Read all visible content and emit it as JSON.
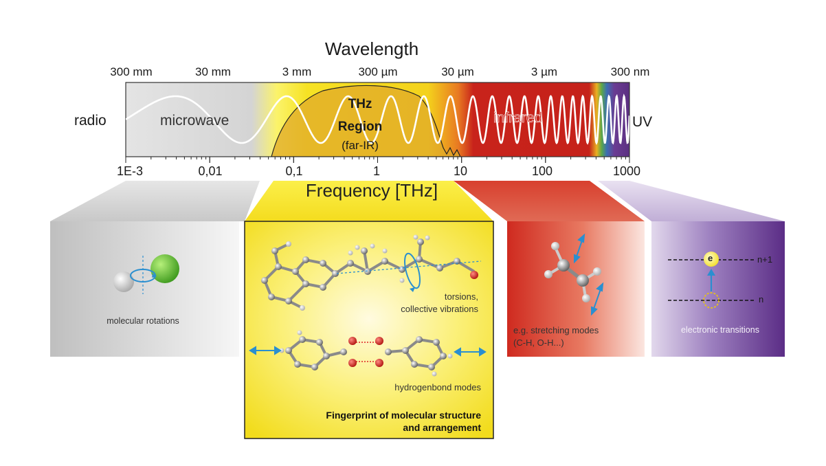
{
  "title": "Wavelength",
  "frequency_label": "Frequency [THz]",
  "wavelength_ticks": [
    "300 mm",
    "30 mm",
    "3 mm",
    "300 µm",
    "30 µm",
    "3 µm",
    "300 nm"
  ],
  "frequency_ticks": [
    "1E-3",
    "0,01",
    "0,1",
    "1",
    "10",
    "100",
    "1000"
  ],
  "bands": {
    "radio": "radio",
    "microwave": "microwave",
    "thz_line1": "THz",
    "thz_line2": "Region",
    "thz_line3": "(far-IR)",
    "infrared": "infrared",
    "uv": "UV"
  },
  "panels": {
    "rotation": {
      "caption": "molecular rotations"
    },
    "thz": {
      "torsion_line1": "torsions,",
      "torsion_line2": "collective vibrations",
      "hbond": "hydrogenbond modes",
      "fingerprint_line1": "Fingerprint of molecular structure",
      "fingerprint_line2": "and arrangement"
    },
    "ir": {
      "caption_line1": "e.g. stretching modes",
      "caption_line2": "(C-H, O-H...)"
    },
    "uv": {
      "caption": "electronic transitions",
      "level_upper": "n+1",
      "level_lower": "n",
      "electron": "e"
    }
  },
  "colors": {
    "radio_band": "#d8d8d8",
    "thz_band": "#f5e52a",
    "ir_band": "#c9251c",
    "uv_band": "#6a3a8e"
  }
}
